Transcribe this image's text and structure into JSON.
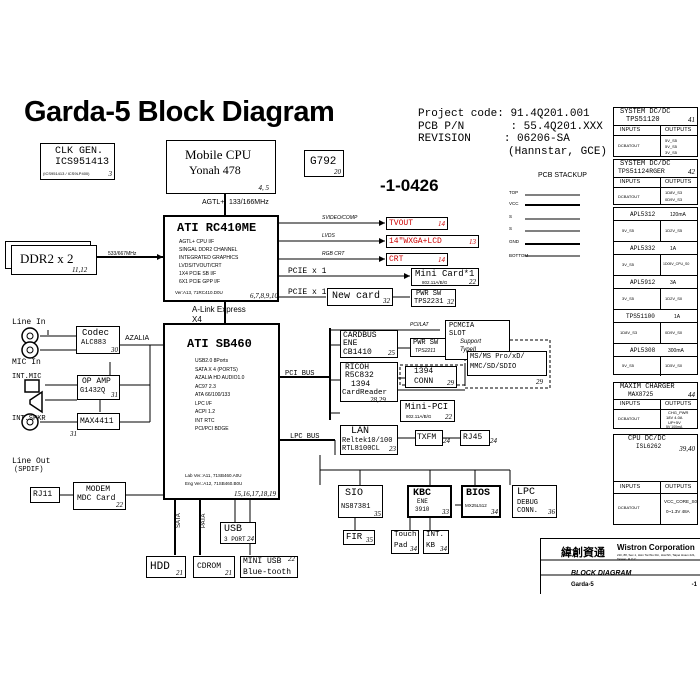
{
  "title": "Garda-5 Block Diagram",
  "project": {
    "code_label": "Project code:",
    "code_value": "91.4Q201.001",
    "pcb_label": "PCB P/N",
    "pcb_colon": ":",
    "pcb_value": "55.4Q201.XXX",
    "rev_label": "REVISION",
    "rev_colon": ":",
    "rev_value": "06206-SA",
    "rev_note": "(Hannstar, GCE)"
  },
  "doc_number": "-1-0426",
  "clk": {
    "title": "CLK GEN.",
    "part": "ICS951413",
    "note": "(ICS951413 / ICS9LP400)",
    "page": "3"
  },
  "cpu": {
    "title": "Mobile CPU",
    "part": "Yonah 478",
    "page": "4, 5"
  },
  "g792": {
    "label": "G792",
    "page": "20"
  },
  "agtl": {
    "label": "AGTL+",
    "freq": "133/166MHz"
  },
  "nb": {
    "title": "ATI RC410ME",
    "features": [
      "AGTL+ CPU I/F",
      "SINGAL DDR2 CHANNEL",
      "INTEGRATED GRAPHICS",
      "LVDS/TVOUT/CRT",
      "1X4 PCIE SB I/F",
      "6X1 PCIE GPP I/F"
    ],
    "ver": "Ver:A13, 71RC410.D0U",
    "page": "6,7,8,9,10"
  },
  "ddr": {
    "label": "DDR2 x 2",
    "freq": "533/667MHz",
    "page": "11,12"
  },
  "video": {
    "svideo": "SVIDEO/COMP",
    "lvds": "LVDS",
    "rgb": "RGB CRT",
    "tvout": "TVOUT",
    "tvout_page": "14",
    "lcd": "14\"WXGA+LCD",
    "lcd_page": "13",
    "crt": "CRT",
    "crt_page": "14"
  },
  "pcie1": {
    "label": "PCIE x 1",
    "card": "Mini Card*1",
    "card_sub": "802.11A/B/G",
    "card_page": "22"
  },
  "pcie2": {
    "label": "PCIE x 1",
    "card": "New card",
    "card_page": "32",
    "pwr": "PWR SW",
    "pwr_part": "TPS2231",
    "pwr_page": "32"
  },
  "alink": {
    "label": "A-Link Express",
    "width": "X4"
  },
  "sb": {
    "title": "ATI SB460",
    "features": [
      "USB2.0 8Ports",
      "SATA X 4 (PORTS)",
      "AZALIA HD AUDIO1.0",
      "AC97 2.3",
      "ATA 66/100/133",
      "LPC I/F",
      "ACPI 1.2",
      "INT RTC",
      "PCI/PCI BDGE"
    ],
    "ver1": "Lab Ver.:A11, 71SB460.A0U",
    "ver2": "Eng Ver.:A12, 71SB460.B0U",
    "page": "15,16,17,18,19"
  },
  "audio": {
    "line_in": "Line In",
    "mic_in": "MIC In",
    "int_mic": "INT.MIC",
    "int_spkr": "INT.SPKR",
    "line_out": "Line Out",
    "spdif": "(SPDIF)",
    "codec": "Codec",
    "codec_part": "ALC883",
    "codec_page": "30",
    "azalia": "AZALIA",
    "opamp": "OP AMP",
    "opamp_part": "G1432Q",
    "opamp_page": "31",
    "max": "MAX4411",
    "page31": "31",
    "page31b": "31"
  },
  "modem": {
    "rj": "RJ11",
    "title": "MODEM",
    "sub": "MDC Card",
    "page": "22"
  },
  "cardbus": {
    "pci_label": "PCI/LAT",
    "title": "CARDBUS",
    "maker": "ENE",
    "part": "CB1410",
    "page": "25",
    "pwr": "PWR SW",
    "pwr_part": "TPS2211",
    "pwr_page": "26",
    "slot": "PCMCIA",
    "slot2": "SLOT",
    "slot3": "Support",
    "slot4": "TypeII",
    "slot_page": "26"
  },
  "pci_bus": "PCI BUS",
  "ricoh": {
    "title": "RICOH",
    "part": "R5C832",
    "l1394": "1394",
    "reader": "CardReader",
    "page": "28,29"
  },
  "conn1394": {
    "label": "1394",
    "sub": "CONN",
    "page": "29"
  },
  "ms": {
    "line1": "MS/MS Pro/xD/",
    "line2": "MMC/SD/SDIO",
    "page": "29"
  },
  "minipci": {
    "label": "Mini-PCI",
    "sub": "802.11A/B/G",
    "page": "22"
  },
  "lan": {
    "title": "LAN",
    "part": "Reltek10/100",
    "part2": "RTL8100CL",
    "page": "23"
  },
  "txfm": {
    "label": "TXFM",
    "page": "24"
  },
  "rj45": {
    "label": "RJ45",
    "page": "24"
  },
  "lpc_bus": "LPC BUS",
  "sata": "SATA",
  "pata": "PATA",
  "hdd": {
    "label": "HDD",
    "page": "21"
  },
  "cdrom": {
    "label": "CDROM",
    "page": "21"
  },
  "usb": {
    "label": "USB",
    "sub": "3 PORT",
    "page": "24"
  },
  "miniusb": {
    "label": "MINI USB",
    "sub": "Blue-tooth",
    "page": "22"
  },
  "sio": {
    "label": "SIO",
    "part": "NS87381",
    "page": "35"
  },
  "fir": {
    "label": "FIR",
    "page": "35"
  },
  "kbc": {
    "label": "KBC",
    "maker": "ENE",
    "part": "3910",
    "page": "33"
  },
  "bios": {
    "label": "BIOS",
    "part": "MX25L512",
    "page": "34"
  },
  "lpcdbg": {
    "label": "LPC",
    "sub": "DEBUG",
    "sub2": "CONN.",
    "page": "36"
  },
  "touchpad": {
    "label": "Touch",
    "sub": "Pad",
    "page": "34"
  },
  "intkb": {
    "label": "INT.",
    "sub": "KB",
    "page": "34"
  },
  "stackup": {
    "title": "PCB STACKUP",
    "layers": [
      "TOP",
      "VCC",
      "S",
      "S",
      "GND",
      "BOTTOM"
    ]
  },
  "sysdc1": {
    "title": "SYSTEM DC/DC",
    "part": "TPS51120",
    "page": "41",
    "inputs": "INPUTS",
    "outputs": "OUTPUTS",
    "in": "DCBATOUT",
    "out": [
      "5V_S5",
      "5V_S5",
      "3V_S5"
    ]
  },
  "sysdc2": {
    "title": "SYSTEM DC/DC",
    "part": "TPS51124RGER",
    "page": "42",
    "inputs": "INPUTS",
    "outputs": "OUTPUTS",
    "in": "DCBATOUT",
    "out": [
      "1D8V_S3",
      "0D9V_S3"
    ]
  },
  "regs": [
    {
      "part": "APL5312",
      "cur": "120mA",
      "in": "5V_S5",
      "out": "1D2V_S5"
    },
    {
      "part": "APL5332",
      "cur": "1A",
      "in": "3V_S5",
      "out": "1D05V_CPU_S0"
    },
    {
      "part": "APL5912",
      "cur": "3A",
      "in": "3V_S5",
      "out": "1D2V_S0"
    },
    {
      "part": "TPS51100",
      "cur": "1A",
      "in": "1D8V_S3",
      "out": "0D9V_S0"
    },
    {
      "part": "APL5308",
      "cur": "300mA",
      "in": "5V_S5",
      "out": "1D5V_S0"
    }
  ],
  "charger": {
    "title": "MAXIM CHARGER",
    "part": "MAX8725",
    "page": "44",
    "inputs": "INPUTS",
    "outputs": "OUTPUTS",
    "in": "DCBATOUT",
    "out1": "CHG_PWR",
    "out2": "18V 4.0A",
    "out3": "UP+5V",
    "out4": "5V 100mA"
  },
  "cpudc": {
    "title": "CPU DC/DC",
    "part": "ISL6262",
    "page": "39,40",
    "inputs": "INPUTS",
    "outputs": "OUTPUTS",
    "in": "DCBATOUT",
    "out1": "VCC_CORE_S0",
    "out2": "0~1.3V 48A"
  },
  "titleblock": {
    "chinese": "緯創資通",
    "company": "Wistron Corporation",
    "addr": "21F, 88, Sec.1, Hsin Tai Wu Rd., Hsichih, Taipei Hsien 221, Taiwan, R.O.C.",
    "doc_title": "BLOCK DIAGRAM",
    "model": "Garda-5",
    "rev": "-1"
  }
}
